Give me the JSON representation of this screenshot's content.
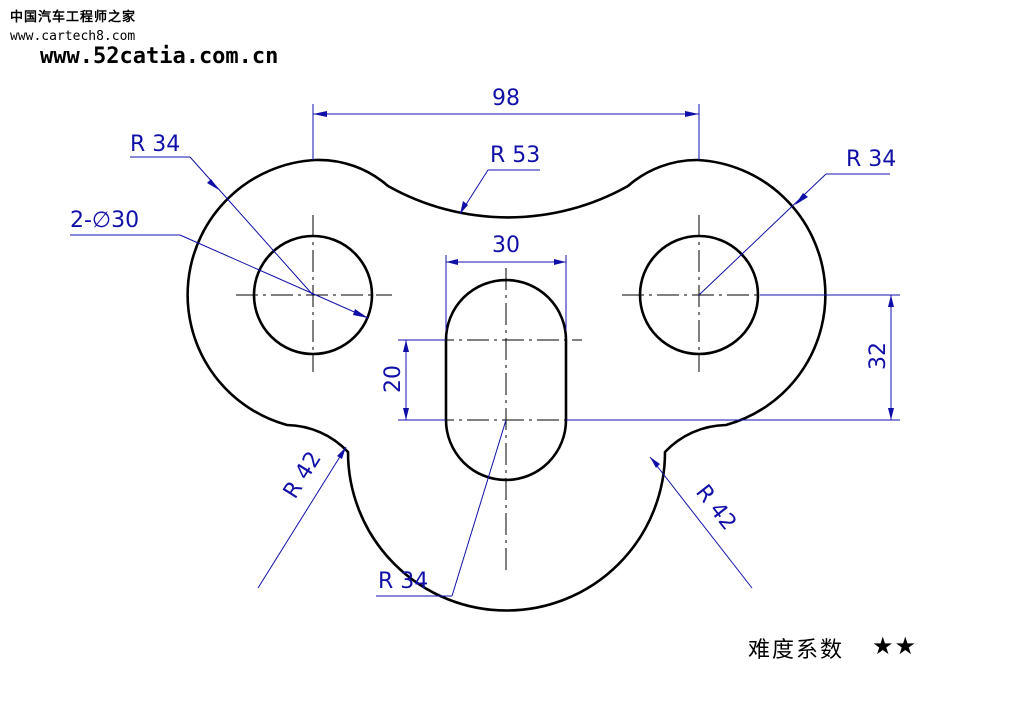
{
  "watermark": {
    "site_cn": "中国汽车工程师之家",
    "site_url_1": "www.cartech8.com",
    "site_url_2": "www.52catia.com.cn"
  },
  "dimensions": {
    "center_distance": "98",
    "hole_diameter": "2-∅30",
    "top_left_radius": "R 34",
    "top_right_radius": "R 34",
    "top_arc_radius": "R 53",
    "slot_width": "30",
    "slot_height": "20",
    "vertical_offset": "32",
    "left_blend_radius": "R 42",
    "right_blend_radius": "R 42",
    "bottom_radius": "R 34"
  },
  "difficulty": {
    "label": "难度系数",
    "rating": "★★"
  },
  "colors": {
    "outline": "#000000",
    "dimension": "#1010a8"
  }
}
